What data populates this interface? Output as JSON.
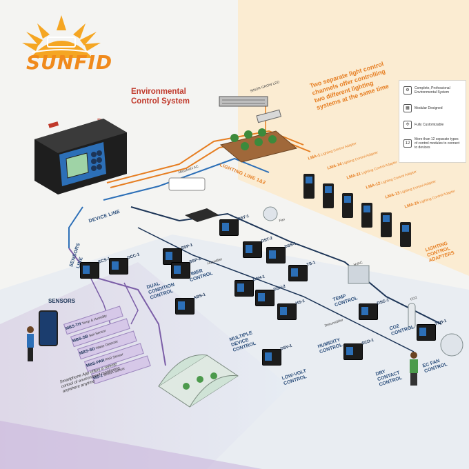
{
  "brand": {
    "name": "SUNFID",
    "colors": {
      "orange": "#f08a1c",
      "navy": "#1d3557",
      "blue": "#2c6fb7"
    }
  },
  "title": {
    "line1": "Environmental",
    "line2": "Control System"
  },
  "callout": "Two separate light control channels offer controlling two different lighting systems at the same time",
  "features": [
    {
      "icon": "gear-check-icon",
      "text": "Complete, Professional Environmental System"
    },
    {
      "icon": "modules-icon",
      "text": "Modular Designed"
    },
    {
      "icon": "puzzle-icon",
      "text": "Fully Customizable"
    },
    {
      "icon": "12-icon",
      "text": "More than 12 separate types of control modules to connect to devices"
    }
  ],
  "lines": {
    "device": "DEVICE LINE",
    "sensors1": "SENSORS",
    "sensors2": "LINE",
    "lighting": "LIGHTING LINE 1&2"
  },
  "labels": {
    "sensors": "SENSORS",
    "dual_condition": [
      "DUAL",
      "CONDITION",
      "CONTROL"
    ],
    "timer": [
      "TIMER",
      "CONTROL"
    ],
    "multiple": [
      "MULTIPLE",
      "DEVICE",
      "CONTROL"
    ],
    "low_volt": [
      "LOW-VOLT",
      "CONTROL"
    ],
    "temp": [
      "TEMP",
      "CONTROL"
    ],
    "humidity": [
      "HUMIDITY",
      "CONTROL"
    ],
    "co2": [
      "CO2",
      "CONTROL"
    ],
    "dry_contact": [
      "DRY",
      "CONTACT",
      "CONTROL"
    ],
    "ec_fan": [
      "EC FAN",
      "CONTROL"
    ],
    "lighting_adapters": [
      "LIGHTING",
      "CONTROL",
      "ADAPTERS"
    ]
  },
  "items": {
    "ac": "Mitsubishi AC",
    "humidifier": "Humidifier",
    "dehumidifier": "Dehumidifier",
    "hvac": "HVAC",
    "co2": "CO2",
    "fan": "Fan",
    "grow_light": "SINOR GROW LED"
  },
  "modules": [
    {
      "code": "ECS-1"
    },
    {
      "code": "DCC-1"
    },
    {
      "code": "SSP-1"
    },
    {
      "code": "ABS-1"
    },
    {
      "code": "SSP-1"
    },
    {
      "code": "DST-1"
    },
    {
      "code": "DST-2"
    },
    {
      "code": "DSS-1"
    },
    {
      "code": "DSH-1"
    },
    {
      "code": "TS-1"
    },
    {
      "code": "DSH-2"
    },
    {
      "code": "HS-1"
    },
    {
      "code": "DSV-1"
    },
    {
      "code": "SCD-1"
    },
    {
      "code": "DSC-1"
    },
    {
      "code": "TSH-1"
    }
  ],
  "sensors": [
    {
      "code": "MBS-TH",
      "desc": "Temp & Humidity"
    },
    {
      "code": "MBS-SB",
      "desc": "Soil Sensor"
    },
    {
      "code": "MBS-SD",
      "desc": "Water Detector"
    },
    {
      "code": "MBS-PAR",
      "desc": "PAR Sensor"
    },
    {
      "code": "MS-2",
      "desc": "Motion Sensor"
    }
  ],
  "lma": [
    {
      "code": "LMA-1",
      "desc": "Lighting Control Adapter"
    },
    {
      "code": "LMA-14",
      "desc": "Lighting Control Adapter"
    },
    {
      "code": "LMA-11",
      "desc": "Lighting Control Adapter"
    },
    {
      "code": "LMA-12",
      "desc": "Lighting Control Adapter"
    },
    {
      "code": "LMA-13",
      "desc": "Lighting Control Adapter"
    },
    {
      "code": "LMA-15",
      "desc": "Lighting Control Adapter"
    }
  ],
  "app_note": "Smartphone App offers a remote control of environment monitoring anywhere anytime"
}
